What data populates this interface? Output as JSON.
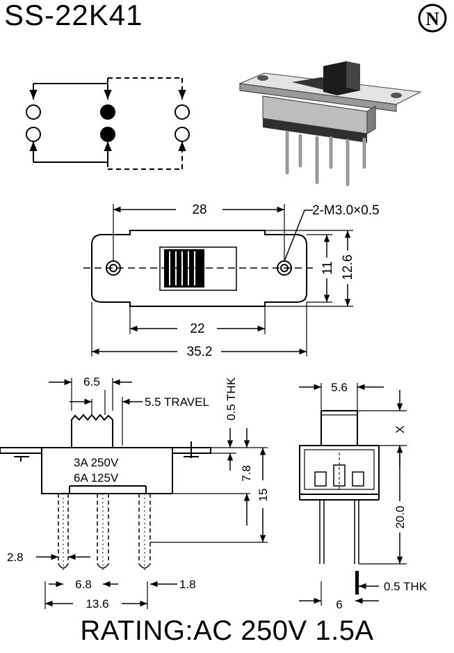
{
  "title": "SS-22K41",
  "logo": "N",
  "rating": "RATING:AC 250V 1.5A",
  "top_view": {
    "width": "28",
    "width_mount": "22",
    "width_total": "35.2",
    "height_inner": "11",
    "height_outer": "12.6",
    "screw": "2-M3.0×0.5"
  },
  "side_view": {
    "actuator": "6.5",
    "travel": "5.5 TRAVEL",
    "thk": "0.5 THK",
    "rating1": "3A  250V",
    "rating2": "6A  125V",
    "body_h": "7.8",
    "total_h": "15",
    "pin_w": "2.8",
    "pitch": "6.8",
    "pin_thk": "1.8",
    "span": "13.6"
  },
  "end_view": {
    "top_w": "5.6",
    "x_label": "X",
    "pin_len": "20.0",
    "pin_thk": "0.5 THK",
    "pin_gap": "6"
  }
}
